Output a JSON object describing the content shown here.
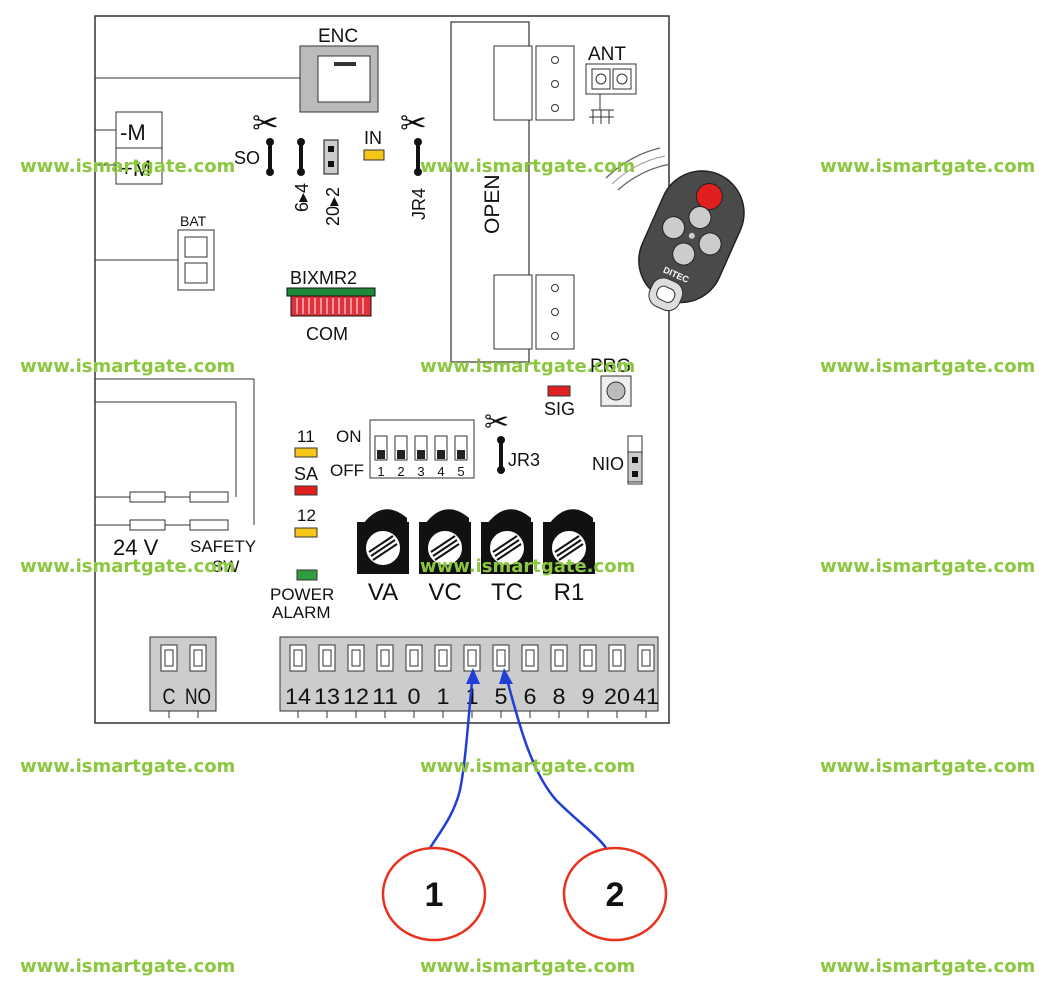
{
  "colors": {
    "line": "#333333",
    "watermark": "#8dc63f",
    "callout_circle": "#e8321e",
    "callout_wire": "#1f3fd6",
    "led_yellow": "#f5c518",
    "led_red": "#e02020",
    "led_green": "#2e9e3e",
    "module_green": "#1f8a3a",
    "module_red": "#e0303c",
    "gray": "#c8c8c8"
  },
  "board": {
    "enc_label": "ENC",
    "motor_minus": "-M",
    "motor_plus": "+M",
    "bat_label": "BAT",
    "so_label": "SO",
    "jumper_64": "6▸4",
    "jumper_202": "20▸2",
    "in_label": "IN",
    "jr4_label": "JR4",
    "open_label": "OPEN",
    "ant_label": "ANT",
    "bixmr2_label": "BIXMR2",
    "com_label": "COM",
    "prg_label": "PRG",
    "sig_label": "SIG",
    "jr3_label": "JR3",
    "nio_label": "NIO",
    "dip_on": "ON",
    "dip_off": "OFF",
    "dip_numbers": [
      "1",
      "2",
      "3",
      "4",
      "5"
    ],
    "led_11": "11",
    "led_sa": "SA",
    "led_12": "12",
    "power_alarm_line1": "POWER",
    "power_alarm_line2": "ALARM",
    "v24_label": "24 V",
    "safety_line1": "SAFETY",
    "safety_line2": "SW",
    "trimmers": [
      "VA",
      "VC",
      "TC",
      "R1"
    ],
    "relay_terminals": [
      "C",
      "NO"
    ],
    "terminals": [
      "14",
      "13",
      "12",
      "11",
      "0",
      "1",
      "1",
      "5",
      "6",
      "8",
      "9",
      "20",
      "41"
    ],
    "remote_brand": "DITEC"
  },
  "callouts": [
    "1",
    "2"
  ],
  "watermark": "www.ismartgate.com"
}
